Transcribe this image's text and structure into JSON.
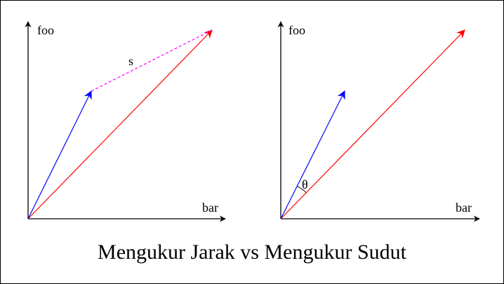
{
  "caption": "Mengukur Jarak vs Mengukur Sudut",
  "left_panel": {
    "y_axis_label": "foo",
    "x_axis_label": "bar",
    "distance_label": "s"
  },
  "right_panel": {
    "y_axis_label": "foo",
    "x_axis_label": "bar",
    "angle_label": "θ"
  },
  "colors": {
    "axes": "#000000",
    "vector_short": "#0000ff",
    "vector_long": "#ff0000",
    "distance_line": "#ff00ff"
  }
}
